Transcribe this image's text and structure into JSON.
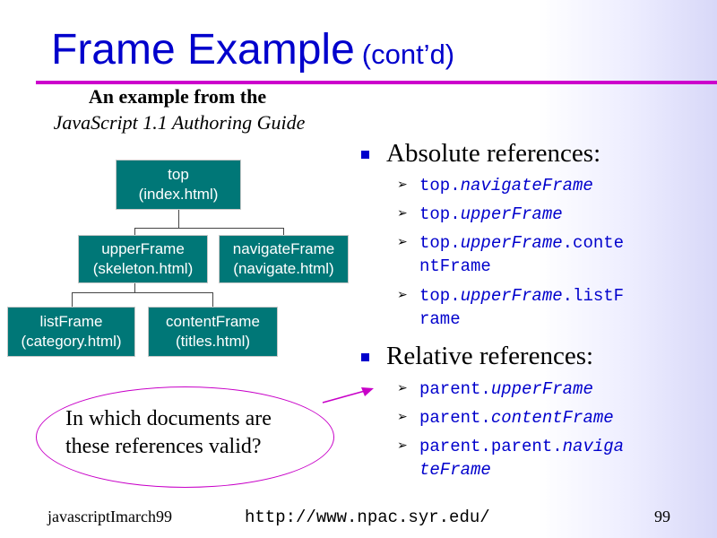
{
  "title": {
    "main": "Frame Example",
    "sub": "(cont’d)"
  },
  "source": {
    "line1": "An example from the",
    "line2": "JavaScript 1.1 Authoring Guide"
  },
  "diagram": {
    "top": {
      "name": "top",
      "file": "(index.html)"
    },
    "upper": {
      "name": "upperFrame",
      "file": "(skeleton.html)"
    },
    "navigate": {
      "name": "navigateFrame",
      "file": "(navigate.html)"
    },
    "list": {
      "name": "listFrame",
      "file": "(category.html)"
    },
    "content": {
      "name": "contentFrame",
      "file": "(titles.html)"
    }
  },
  "absolute": {
    "heading": "Absolute references:",
    "items": [
      {
        "base": "top.",
        "prop": "navigateFrame"
      },
      {
        "base": "top.",
        "prop": "upperFrame"
      },
      {
        "l1a": "top.",
        "l1b": "upperFrame",
        "l1c": ".conte",
        "l2": "ntFrame"
      },
      {
        "l1a": "top.",
        "l1b": "upperFrame",
        "l1c": ".listF",
        "l2": "rame"
      }
    ]
  },
  "relative": {
    "heading": "Relative references:",
    "items": [
      {
        "base": "parent.",
        "prop": "upperFrame"
      },
      {
        "base": "parent.",
        "prop": "contentFrame"
      },
      {
        "l1a": "parent.parent.",
        "l1b": "naviga",
        "l2": "teFrame"
      }
    ]
  },
  "question": {
    "line1": "In which documents are",
    "line2": "these references valid?"
  },
  "footer": {
    "left": "javascriptImarch99",
    "url": "http://www.npac.syr.edu/",
    "page": "99"
  },
  "colors": {
    "accent": "#0000cc",
    "rule": "#cc00cc",
    "box": "#007777"
  },
  "icons": {
    "bullet": "square-bullet-icon",
    "sub_bullet": "arrowhead-bullet-icon"
  }
}
